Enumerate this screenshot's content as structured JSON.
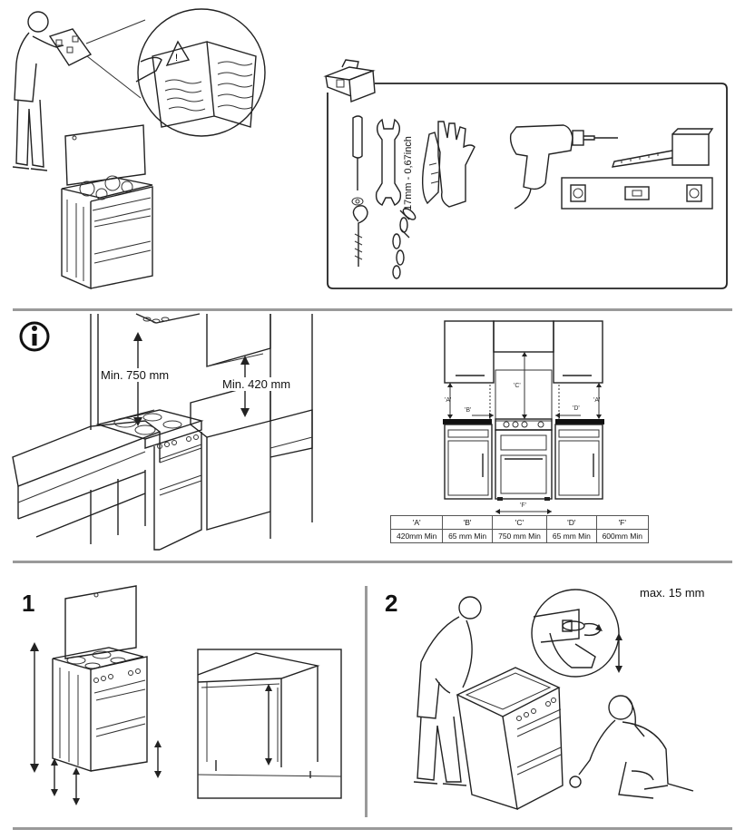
{
  "tools_panel": {
    "wrench_label": "17mm - 0,67inch",
    "icons": [
      "toolbox-icon",
      "screwdriver-icon",
      "wrench-icon",
      "gloves-icon",
      "drill-icon",
      "tape-measure-icon",
      "spirit-level-icon",
      "hook-icon",
      "chain-icon"
    ]
  },
  "clearance_section": {
    "info_icon": "info-icon",
    "min_height_label": "Min. 750 mm",
    "min_side_label": "Min. 420 mm"
  },
  "dimension_diagram": {
    "tags": {
      "a": "'A'",
      "b": "'B'",
      "c": "'C'",
      "d": "'D'",
      "f": "'F'"
    },
    "table": {
      "headers": [
        "'A'",
        "'B'",
        "'C'",
        "'D'",
        "'F'"
      ],
      "values": [
        "420mm Min",
        "65 mm Min",
        "750 mm Min",
        "65 mm Min",
        "600mm Min"
      ]
    }
  },
  "steps": {
    "step1_number": "1",
    "step2_number": "2",
    "max_label": "max. 15 mm"
  }
}
